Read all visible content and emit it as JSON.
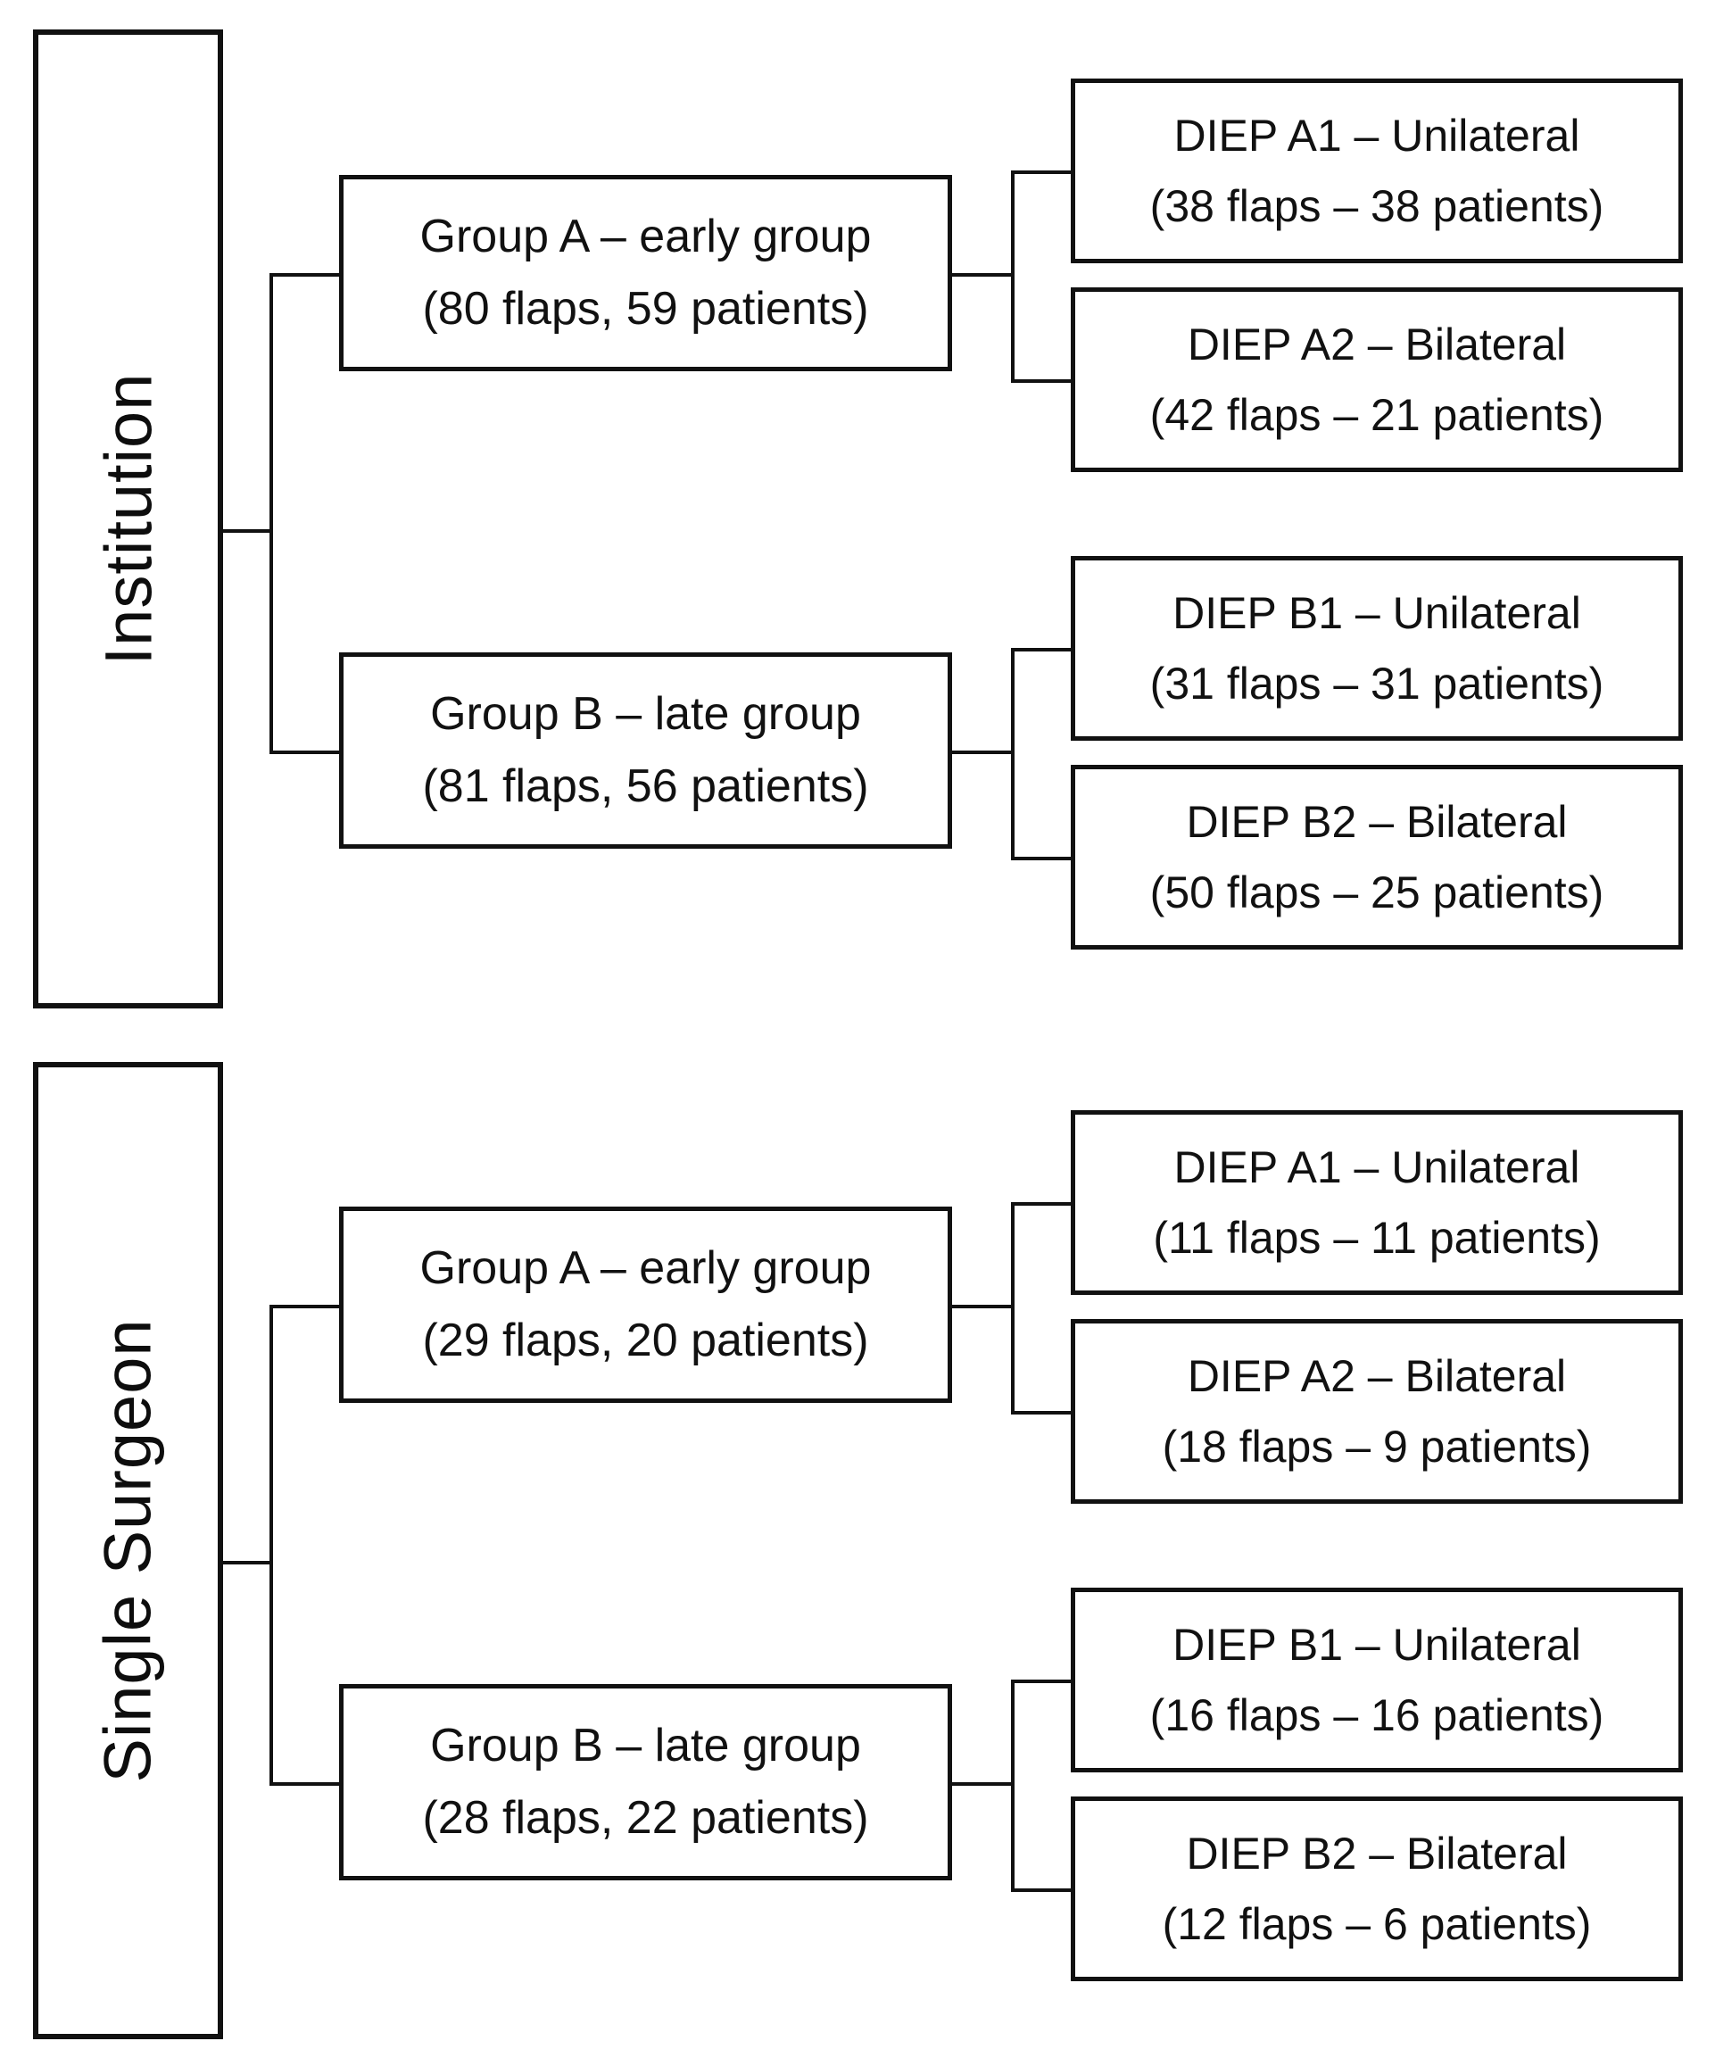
{
  "diagram": {
    "type": "flowchart",
    "orientation": "left-to-right-tree",
    "colors": {
      "background": "#ffffff",
      "stroke": "#111111",
      "text": "#0d0d0d"
    },
    "sections": [
      {
        "id": "institution",
        "root_label": "Institution",
        "groups": [
          {
            "id": "institution-group-a",
            "title": "Group A – early group",
            "counts": "(80 flaps, 59 patients)",
            "flaps": 80,
            "patients": 59,
            "children": [
              {
                "id": "institution-diep-a1",
                "title": "DIEP A1 – Unilateral",
                "counts": "(38 flaps – 38 patients)",
                "flaps": 38,
                "patients": 38
              },
              {
                "id": "institution-diep-a2",
                "title": "DIEP A2 – Bilateral",
                "counts": "(42 flaps – 21 patients)",
                "flaps": 42,
                "patients": 21
              }
            ]
          },
          {
            "id": "institution-group-b",
            "title": "Group B – late group",
            "counts": "(81 flaps, 56 patients)",
            "flaps": 81,
            "patients": 56,
            "children": [
              {
                "id": "institution-diep-b1",
                "title": "DIEP B1 – Unilateral",
                "counts": "(31 flaps – 31 patients)",
                "flaps": 31,
                "patients": 31
              },
              {
                "id": "institution-diep-b2",
                "title": "DIEP B2 – Bilateral",
                "counts": "(50 flaps – 25 patients)",
                "flaps": 50,
                "patients": 25
              }
            ]
          }
        ]
      },
      {
        "id": "single-surgeon",
        "root_label": "Single Surgeon",
        "groups": [
          {
            "id": "surgeon-group-a",
            "title": "Group A – early group",
            "counts": "(29 flaps, 20 patients)",
            "flaps": 29,
            "patients": 20,
            "children": [
              {
                "id": "surgeon-diep-a1",
                "title": "DIEP A1 – Unilateral",
                "counts": "(11 flaps – 11 patients)",
                "flaps": 11,
                "patients": 11
              },
              {
                "id": "surgeon-diep-a2",
                "title": "DIEP A2 – Bilateral",
                "counts": "(18 flaps – 9 patients)",
                "flaps": 18,
                "patients": 9
              }
            ]
          },
          {
            "id": "surgeon-group-b",
            "title": "Group B – late group",
            "counts": "(28 flaps, 22 patients)",
            "flaps": 28,
            "patients": 22,
            "children": [
              {
                "id": "surgeon-diep-b1",
                "title": "DIEP B1 – Unilateral",
                "counts": "(16 flaps – 16 patients)",
                "flaps": 16,
                "patients": 16
              },
              {
                "id": "surgeon-diep-b2",
                "title": "DIEP B2 – Bilateral",
                "counts": "(12 flaps – 6 patients)",
                "flaps": 12,
                "patients": 6
              }
            ]
          }
        ]
      }
    ]
  }
}
